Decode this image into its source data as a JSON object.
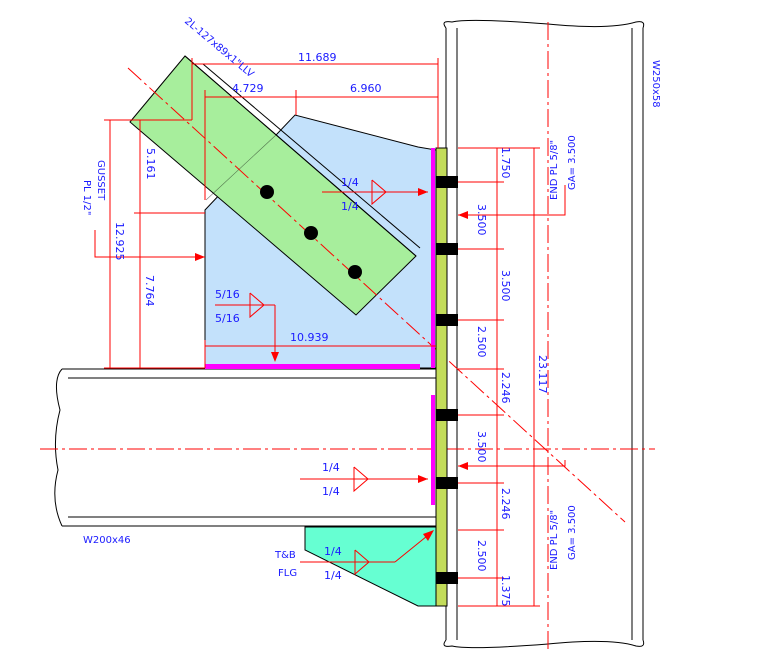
{
  "members": {
    "column": "W250x58",
    "beam": "W200x46",
    "brace": "2L-127x89x1\"LLV",
    "gusset": [
      "GUSSET",
      "PL 1/2\""
    ],
    "end_plate_top": [
      "END PL 5/8\"",
      "GA= 3.500"
    ],
    "end_plate_bottom": [
      "END PL 5/8\"",
      "GA= 3.500"
    ]
  },
  "dimensions": {
    "horiz_total": "11.689",
    "horiz_left": "4.729",
    "horiz_right": "6.960",
    "gusset_height": "12.925",
    "gusset_upper": "5.161",
    "gusset_lower": "7.764",
    "gusset_width": "10.939",
    "bolt_edge_top": "1.750",
    "bolt_sp_1": "3.500",
    "bolt_sp_2": "3.500",
    "bolt_sp_3": "2.500",
    "bolt_sp_4": "2.246",
    "bolt_sp_5": "3.500",
    "bolt_sp_6": "2.246",
    "bolt_sp_7": "2.500",
    "bolt_edge_bot": "1.375",
    "plate_total": "23.117"
  },
  "welds": {
    "brace_gusset_top": "1/4",
    "brace_gusset_bot": "1/4",
    "gusset_beam_top": "5/16",
    "gusset_beam_bot": "5/16",
    "beam_web_top": "1/4",
    "beam_web_bot": "1/4",
    "flange_top": "1/4",
    "flange_bot": "1/4",
    "flange_label": [
      "T&B",
      "FLG"
    ]
  },
  "colors": {
    "brace": "#a7ee9c",
    "gusset": "#c3e1fb",
    "stiffener": "#66ffd2",
    "end_plate": "#c3dc5a",
    "weld": "#ff00ff",
    "dimension": "#ff0000",
    "text": "#1a1aff"
  }
}
